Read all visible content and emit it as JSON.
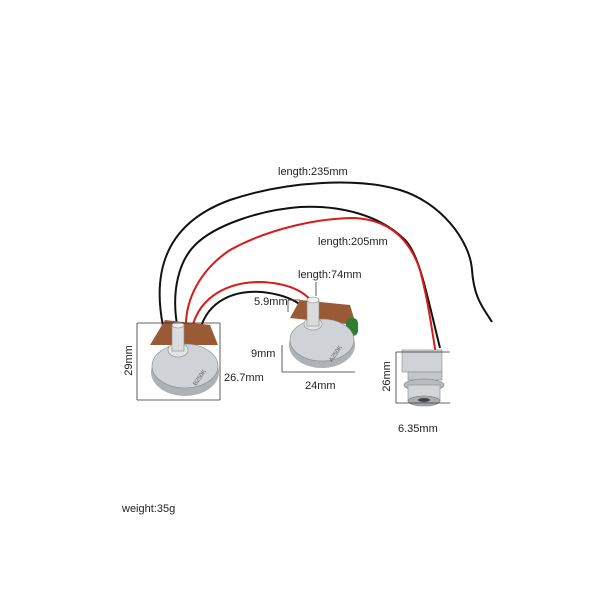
{
  "labels": {
    "black_wire_length": "length:235mm",
    "red_wire_length": "length:205mm",
    "mid_wire_length": "length:74mm",
    "shaft_diameter": "5.9mm",
    "shaft_length": "9mm",
    "pot1_height": "29mm",
    "pot1_width": "26.7mm",
    "pot2_width": "24mm",
    "jack_height": "26mm",
    "jack_size": "6.35mm",
    "weight": "weight:35g"
  },
  "pot_markings": {
    "pot1": "B250K",
    "pot2": "A250K"
  },
  "colors": {
    "black_wire": "#111111",
    "red_wire": "#d81a1a",
    "pot_body": "#b9bcc0",
    "pot_board": "#9a5a36",
    "capacitor": "#2f7d2f"
  }
}
